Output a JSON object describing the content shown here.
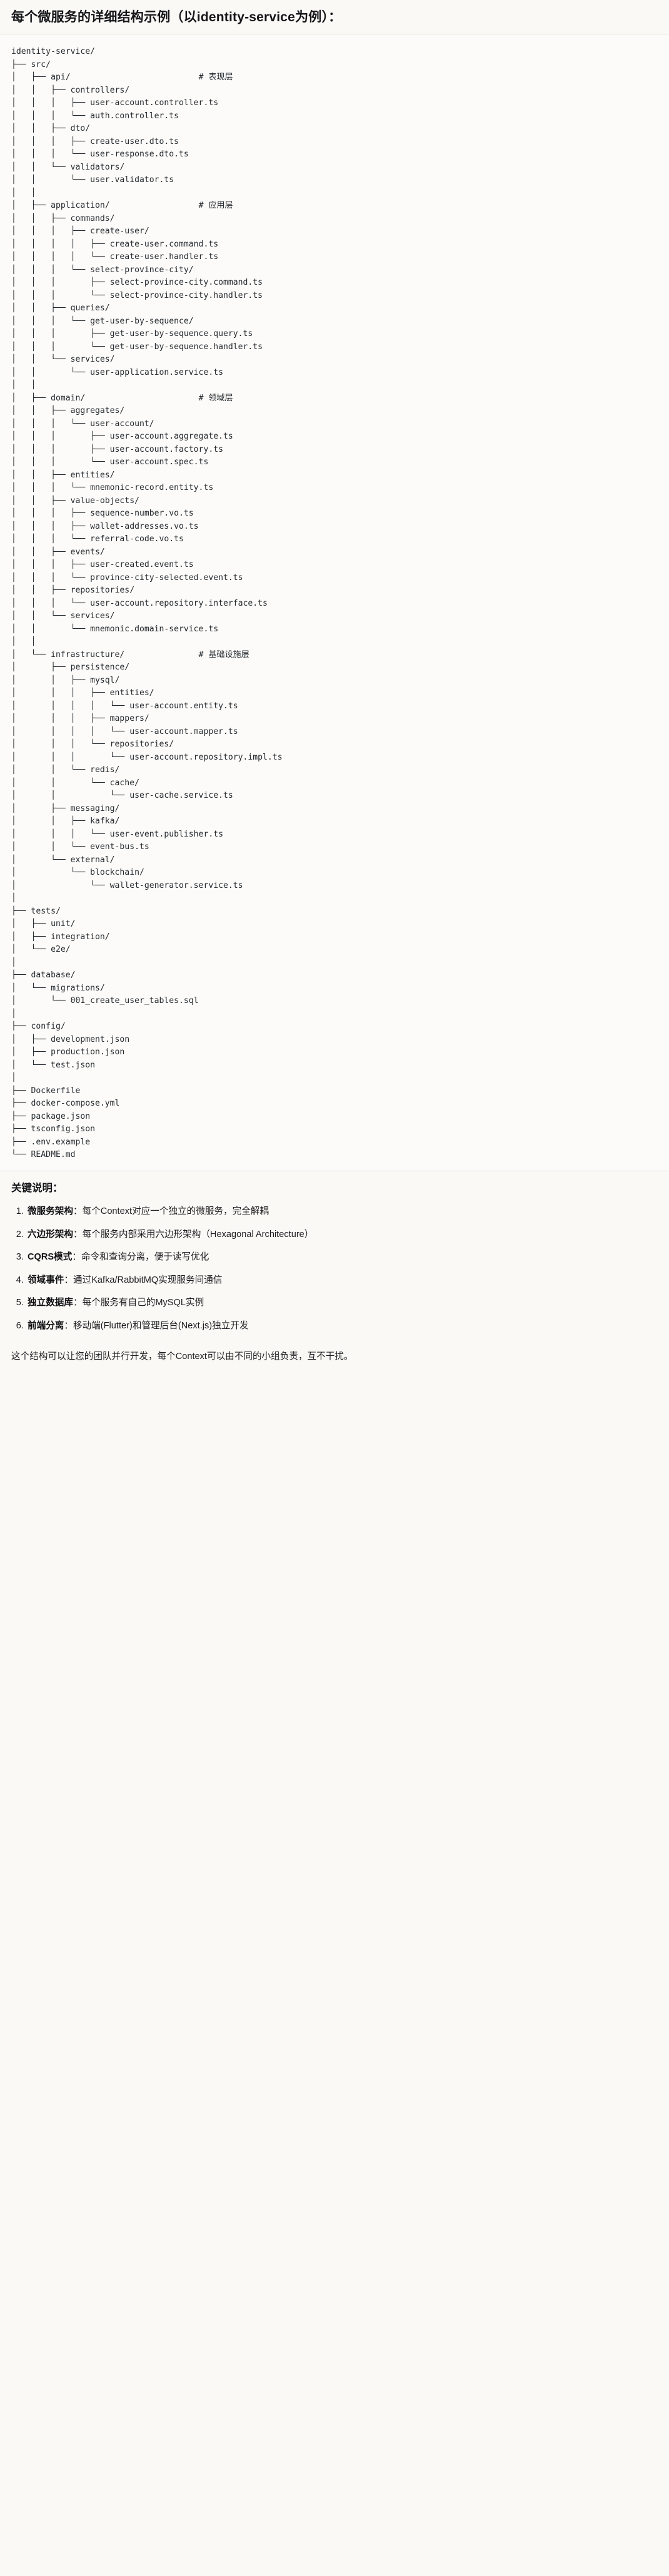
{
  "title": "每个微服务的详细结构示例（以identity-service为例）：",
  "tree": {
    "root": "identity-service/",
    "lines": [
      "identity-service/",
      "├── src/",
      "│   ├── api/                          # 表现层",
      "│   │   ├── controllers/",
      "│   │   │   ├── user-account.controller.ts",
      "│   │   │   └── auth.controller.ts",
      "│   │   ├── dto/",
      "│   │   │   ├── create-user.dto.ts",
      "│   │   │   └── user-response.dto.ts",
      "│   │   └── validators/",
      "│   │       └── user.validator.ts",
      "│   │",
      "│   ├── application/                  # 应用层",
      "│   │   ├── commands/",
      "│   │   │   ├── create-user/",
      "│   │   │   │   ├── create-user.command.ts",
      "│   │   │   │   └── create-user.handler.ts",
      "│   │   │   └── select-province-city/",
      "│   │   │       ├── select-province-city.command.ts",
      "│   │   │       └── select-province-city.handler.ts",
      "│   │   ├── queries/",
      "│   │   │   └── get-user-by-sequence/",
      "│   │   │       ├── get-user-by-sequence.query.ts",
      "│   │   │       └── get-user-by-sequence.handler.ts",
      "│   │   └── services/",
      "│   │       └── user-application.service.ts",
      "│   │",
      "│   ├── domain/                       # 领域层",
      "│   │   ├── aggregates/",
      "│   │   │   └── user-account/",
      "│   │   │       ├── user-account.aggregate.ts",
      "│   │   │       ├── user-account.factory.ts",
      "│   │   │       └── user-account.spec.ts",
      "│   │   ├── entities/",
      "│   │   │   └── mnemonic-record.entity.ts",
      "│   │   ├── value-objects/",
      "│   │   │   ├── sequence-number.vo.ts",
      "│   │   │   ├── wallet-addresses.vo.ts",
      "│   │   │   └── referral-code.vo.ts",
      "│   │   ├── events/",
      "│   │   │   ├── user-created.event.ts",
      "│   │   │   └── province-city-selected.event.ts",
      "│   │   ├── repositories/",
      "│   │   │   └── user-account.repository.interface.ts",
      "│   │   └── services/",
      "│   │       └── mnemonic.domain-service.ts",
      "│   │",
      "│   └── infrastructure/               # 基础设施层",
      "│       ├── persistence/",
      "│       │   ├── mysql/",
      "│       │   │   ├── entities/",
      "│       │   │   │   └── user-account.entity.ts",
      "│       │   │   ├── mappers/",
      "│       │   │   │   └── user-account.mapper.ts",
      "│       │   │   └── repositories/",
      "│       │   │       └── user-account.repository.impl.ts",
      "│       │   └── redis/",
      "│       │       └── cache/",
      "│       │           └── user-cache.service.ts",
      "│       ├── messaging/",
      "│       │   ├── kafka/",
      "│       │   │   └── user-event.publisher.ts",
      "│       │   └── event-bus.ts",
      "│       └── external/",
      "│           └── blockchain/",
      "│               └── wallet-generator.service.ts",
      "│",
      "├── tests/",
      "│   ├── unit/",
      "│   ├── integration/",
      "│   └── e2e/",
      "│",
      "├── database/",
      "│   └── migrations/",
      "│       └── 001_create_user_tables.sql",
      "│",
      "├── config/",
      "│   ├── development.json",
      "│   ├── production.json",
      "│   └── test.json",
      "│",
      "├── Dockerfile",
      "├── docker-compose.yml",
      "├── package.json",
      "├── tsconfig.json",
      "├── .env.example",
      "└── README.md"
    ]
  },
  "notes": {
    "heading": "关键说明：",
    "items": [
      {
        "term": "微服务架构",
        "sep": "：",
        "desc": "每个Context对应一个独立的微服务，完全解耦"
      },
      {
        "term": "六边形架构",
        "sep": "：",
        "desc": "每个服务内部采用六边形架构（Hexagonal Architecture）"
      },
      {
        "term": "CQRS模式",
        "sep": "：",
        "desc": "命令和查询分离，便于读写优化"
      },
      {
        "term": "领域事件",
        "sep": "：",
        "desc": "通过Kafka/RabbitMQ实现服务间通信"
      },
      {
        "term": "独立数据库",
        "sep": "：",
        "desc": "每个服务有自己的MySQL实例"
      },
      {
        "term": "前端分离",
        "sep": "：",
        "desc": "移动端(Flutter)和管理后台(Next.js)独立开发"
      }
    ]
  },
  "closing": "这个结构可以让您的团队并行开发，每个Context可以由不同的小组负责，互不干扰。",
  "colors": {
    "page_background": "#faf9f6",
    "code_background": "#fcfbf9",
    "text": "#1d1d20",
    "rule": "#e3e1dc",
    "code_text": "#24292e"
  }
}
